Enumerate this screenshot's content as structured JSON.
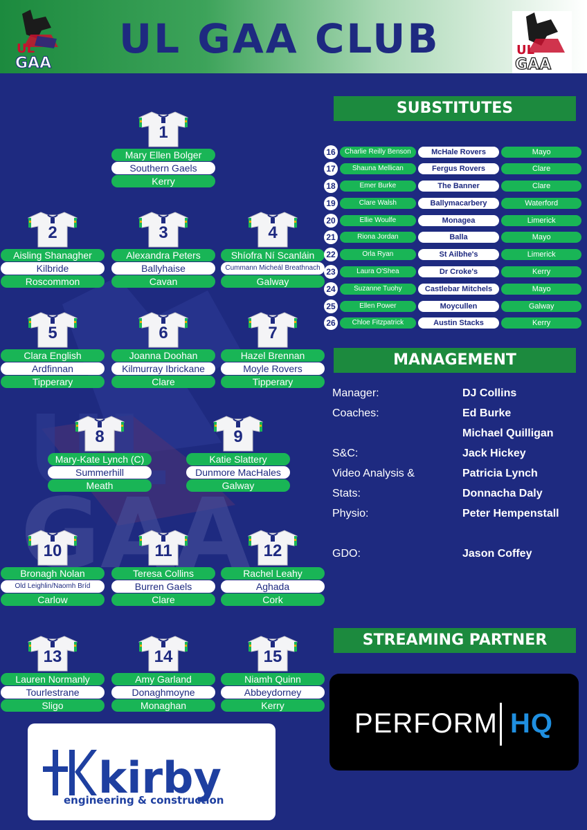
{
  "title": "UL GAA CLUB",
  "logo_text": "GAA",
  "logo_sub": "UL",
  "sections": {
    "substitutes": "SUBSTITUTES",
    "management": "MANAGEMENT",
    "streaming": "STREAMING PARTNER"
  },
  "players": [
    {
      "num": "1",
      "name": "Mary Ellen Bolger",
      "club": "Southern Gaels",
      "county": "Kerry"
    },
    {
      "num": "2",
      "name": "Aisling Shanagher",
      "club": "Kilbride",
      "county": "Roscommon"
    },
    {
      "num": "3",
      "name": "Alexandra Peters",
      "club": "Ballyhaise",
      "county": "Cavan"
    },
    {
      "num": "4",
      "name": "Shíofra Ní Scanláin",
      "club": "Cummann Micheál Breathnach",
      "county": "Galway"
    },
    {
      "num": "5",
      "name": "Clara English",
      "club": "Ardfinnan",
      "county": "Tipperary"
    },
    {
      "num": "6",
      "name": "Joanna Doohan",
      "club": "Kilmurray Ibrickane",
      "county": "Clare"
    },
    {
      "num": "7",
      "name": "Hazel Brennan",
      "club": "Moyle Rovers",
      "county": "Tipperary"
    },
    {
      "num": "8",
      "name": "Mary-Kate Lynch (C)",
      "club": "Summerhill",
      "county": "Meath"
    },
    {
      "num": "9",
      "name": "Katie Slattery",
      "club": "Dunmore MacHales",
      "county": "Galway"
    },
    {
      "num": "10",
      "name": "Bronagh Nolan",
      "club": "Old Leighlin/Naomh Bríd",
      "county": "Carlow"
    },
    {
      "num": "11",
      "name": "Teresa Collins",
      "club": "Burren Gaels",
      "county": "Clare"
    },
    {
      "num": "12",
      "name": "Rachel Leahy",
      "club": "Aghada",
      "county": "Cork"
    },
    {
      "num": "13",
      "name": "Lauren Normanly",
      "club": "Tourlestrane",
      "county": "Sligo"
    },
    {
      "num": "14",
      "name": "Amy Garland",
      "club": "Donaghmoyne",
      "county": "Monaghan"
    },
    {
      "num": "15",
      "name": "Niamh Quinn",
      "club": "Abbeydorney",
      "county": "Kerry"
    }
  ],
  "subs": [
    {
      "num": "16",
      "name": "Charlie Reilly Benson",
      "club": "McHale Rovers",
      "county": "Mayo"
    },
    {
      "num": "17",
      "name": "Shauna Mellican",
      "club": "Fergus Rovers",
      "county": "Clare"
    },
    {
      "num": "18",
      "name": "Emer Burke",
      "club": "The Banner",
      "county": "Clare"
    },
    {
      "num": "19",
      "name": "Clare Walsh",
      "club": "Ballymacarbery",
      "county": "Waterford"
    },
    {
      "num": "20",
      "name": "Ellie Woulfe",
      "club": "Monagea",
      "county": "Limerick"
    },
    {
      "num": "21",
      "name": "Riona Jordan",
      "club": "Balla",
      "county": "Mayo"
    },
    {
      "num": "22",
      "name": "Orla Ryan",
      "club": "St Ailbhe's",
      "county": "Limerick"
    },
    {
      "num": "23",
      "name": "Laura O'Shea",
      "club": "Dr Croke's",
      "county": "Kerry"
    },
    {
      "num": "24",
      "name": "Suzanne Tuohy",
      "club": "Castlebar Mitchels",
      "county": "Mayo"
    },
    {
      "num": "25",
      "name": "Ellen Power",
      "club": "Moycullen",
      "county": "Galway"
    },
    {
      "num": "26",
      "name": "Chloe Fitzpatrick",
      "club": "Austin Stacks",
      "county": "Kerry"
    }
  ],
  "management": [
    {
      "role": "Manager:",
      "name": "DJ Collins"
    },
    {
      "role": "Coaches:",
      "name": "Ed Burke"
    },
    {
      "role": "",
      "name": "Michael Quilligan"
    },
    {
      "role": "S&C:",
      "name": "Jack Hickey"
    },
    {
      "role": "Video Analysis &",
      "name": "Patricia Lynch"
    },
    {
      "role": "Stats:",
      "name": "Donnacha Daly"
    },
    {
      "role": "Physio:",
      "name": "Peter Hempenstall"
    },
    {
      "role": "",
      "name": ""
    },
    {
      "role": "GDO:",
      "name": "Jason Coffey"
    }
  ],
  "sponsors": {
    "kirby_name": "kirby",
    "kirby_tagline": "engineering & construction",
    "perform_a": "PERFORM",
    "perform_b": "HQ"
  },
  "colors": {
    "navy": "#1e2a80",
    "green": "#19b556",
    "dark_green": "#1c8a3e"
  }
}
